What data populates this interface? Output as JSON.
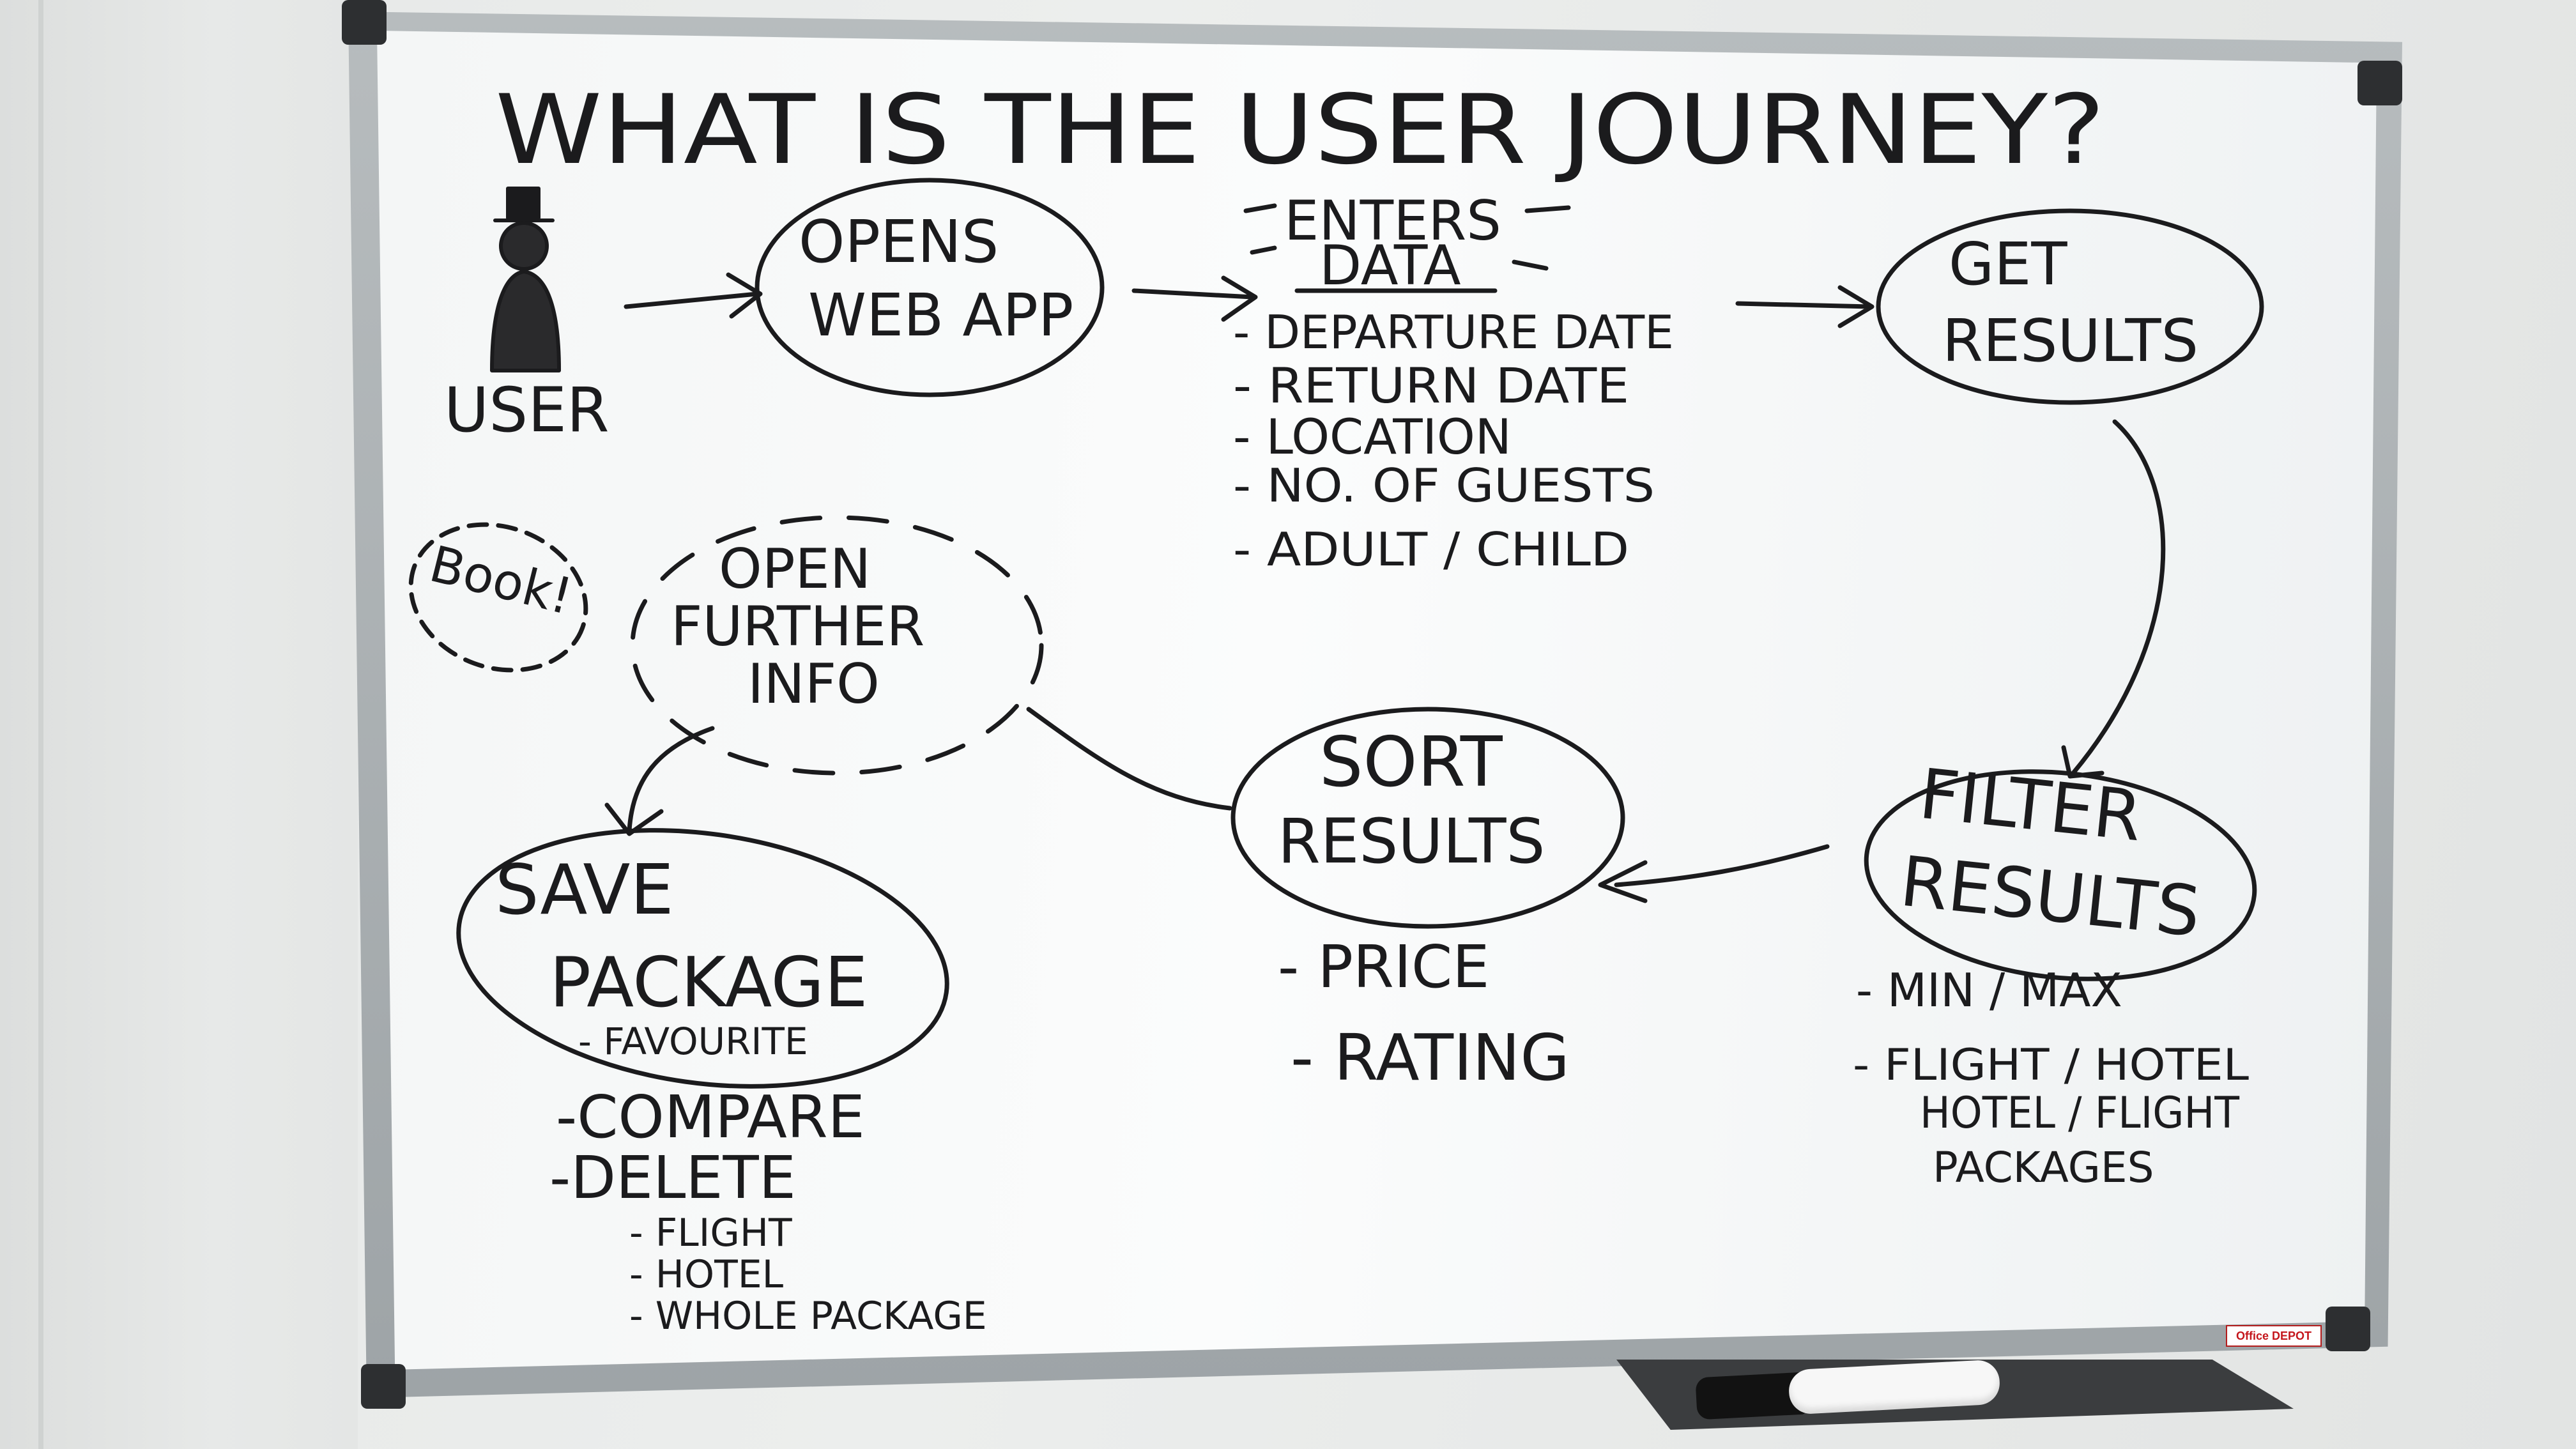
{
  "title": "WHAT IS THE USER JOURNEY?",
  "user": {
    "label": "USER"
  },
  "nodes": {
    "opens": [
      "OPENS",
      "WEB APP"
    ],
    "enters": [
      "ENTERS",
      "DATA"
    ],
    "get_results": [
      "GET",
      "RESULTS"
    ],
    "filter_results": [
      "FILTER",
      "RESULTS"
    ],
    "sort_results": [
      "SORT",
      "RESULTS"
    ],
    "open_info": [
      "OPEN",
      "FURTHER",
      "INFO"
    ],
    "book": "Book!",
    "save_package": [
      "SAVE",
      "PACKAGE"
    ]
  },
  "enters_list": [
    "- DEPARTURE DATE",
    "- RETURN DATE",
    "- LOCATION",
    "- NO. OF GUESTS",
    "- ADULT / CHILD"
  ],
  "filter_list": [
    "- MIN / MAX",
    "- FLIGHT / HOTEL",
    "HOTEL / FLIGHT",
    "PACKAGES"
  ],
  "sort_list": [
    "- PRICE",
    "- RATING"
  ],
  "save_list": {
    "favourite": "- FAVOURITE",
    "compare": "-COMPARE",
    "delete": "-DELETE",
    "delete_items": [
      "- FLIGHT",
      "- HOTEL",
      "- WHOLE PACKAGE"
    ]
  },
  "brand": "Office DEPOT",
  "colors": {
    "ink": "#1b1b1d",
    "frame": "#a9aeb0",
    "board": "#f7f9f9",
    "brand_red": "#c4161c"
  }
}
